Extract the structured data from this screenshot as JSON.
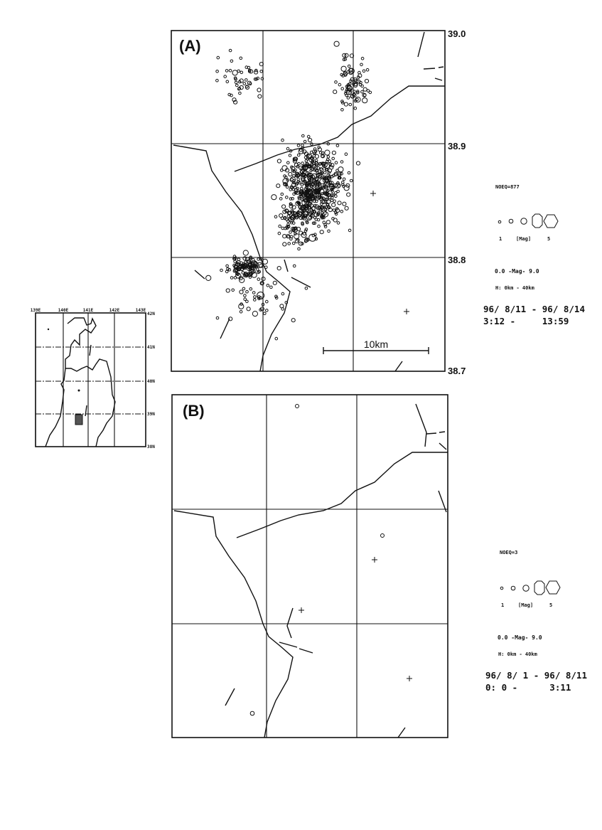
{
  "inset_map": {
    "lon_labels": [
      "139E",
      "140E",
      "141E",
      "142E",
      "143E"
    ],
    "lat_labels": [
      "42N",
      "41N",
      "40N",
      "39N",
      "38N"
    ]
  },
  "panel_a": {
    "label": "(A)",
    "lat_labels": [
      "39.0",
      "38.9",
      "38.8",
      "38.7"
    ],
    "scale_bar": "10km",
    "legend": {
      "count": "NOEQ=877",
      "mag_min": "1",
      "mag_caption": "[Mag]",
      "mag_max": "5",
      "mag_range": "0.0 -Mag- 9.0",
      "depth_range": "H: 0km - 40km",
      "date_range": "96/ 8/11 - 96/ 8/14",
      "time_range": "3:12 -     13:59"
    },
    "event_count": 877
  },
  "panel_b": {
    "label": "(B)",
    "legend": {
      "count": "NOEQ=3",
      "mag_min": "1",
      "mag_caption": "[Mag]",
      "mag_max": "5",
      "mag_range": "0.0 -Mag- 9.0",
      "depth_range": "H: 0km - 40km",
      "date_range": "96/ 8/ 1 - 96/ 8/11",
      "time_range": "0: 0 -      3:11"
    },
    "event_count": 3
  }
}
